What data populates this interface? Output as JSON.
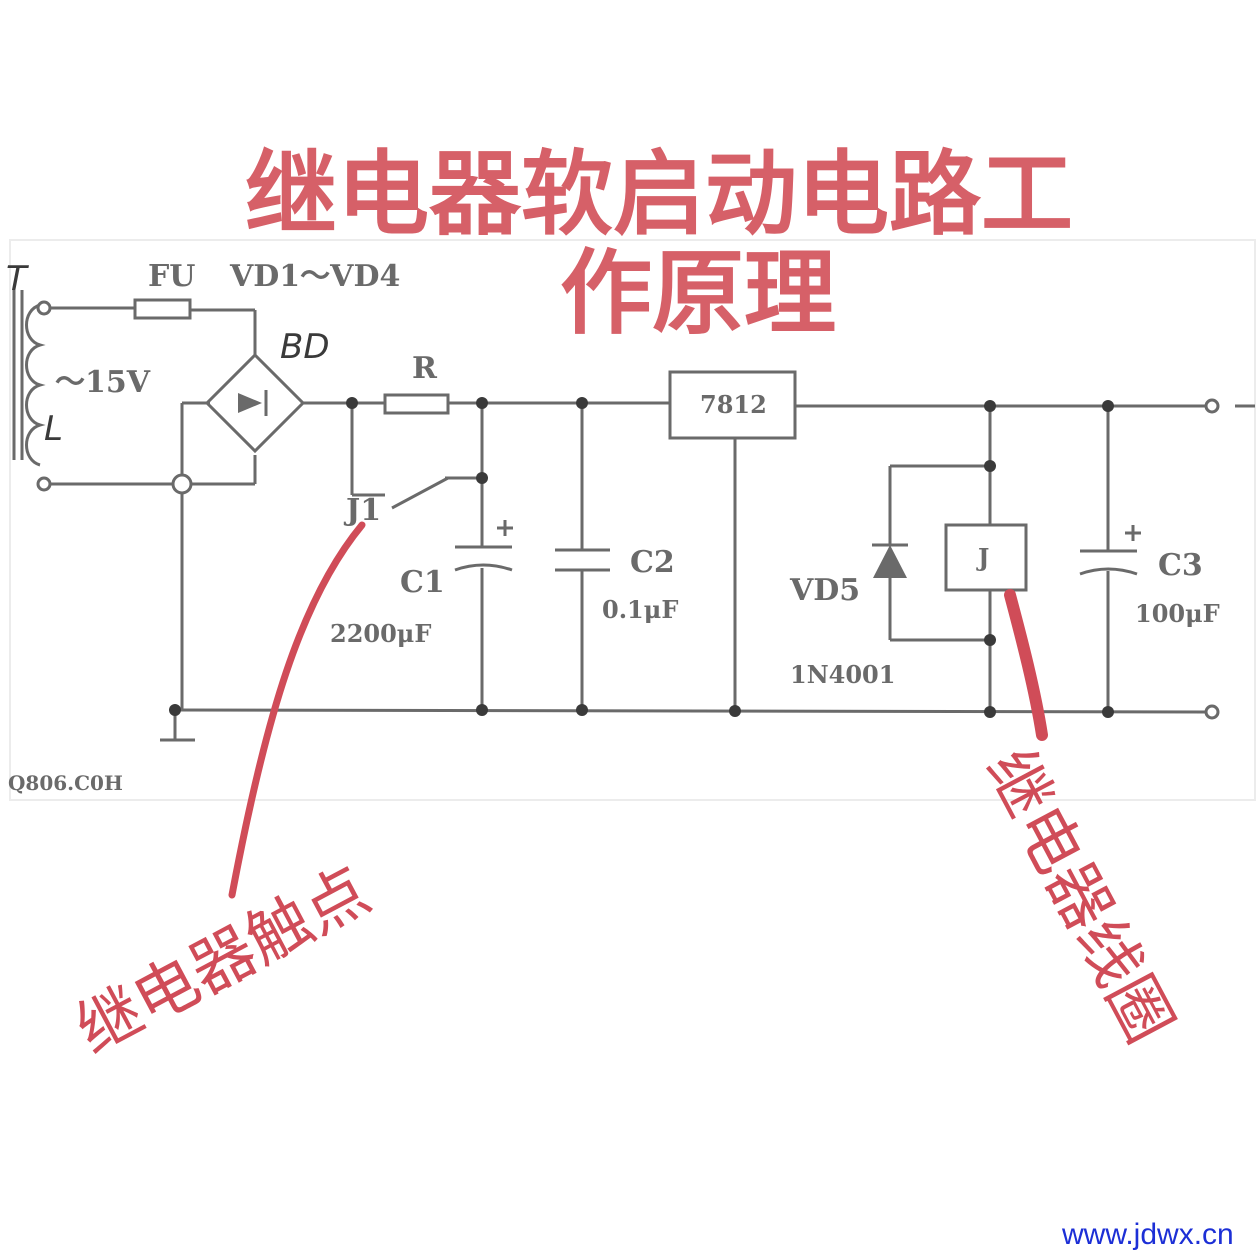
{
  "title": {
    "line1": "继电器软启动电路工",
    "line2": "作原理"
  },
  "components": {
    "transformer": "T",
    "fuse": "FU",
    "bridge": "VD1～VD4",
    "bridge_note": "BD",
    "ac_voltage": "～15V",
    "coil_note": "L",
    "resistor": "R",
    "relay_contact": "J1",
    "c1_name": "C1",
    "c1_value": "2200μF",
    "c2_name": "C2",
    "c2_value": "0.1μF",
    "regulator": "7812",
    "diode_name": "VD5",
    "diode_part": "1N4001",
    "relay_coil": "J",
    "c3_name": "C3",
    "c3_value": "100μF",
    "source_mark": "Q806.C0H"
  },
  "annotations": {
    "contact": "继电器触点",
    "coil": "继电器线圈"
  },
  "watermark": "www.jdwx.cn"
}
